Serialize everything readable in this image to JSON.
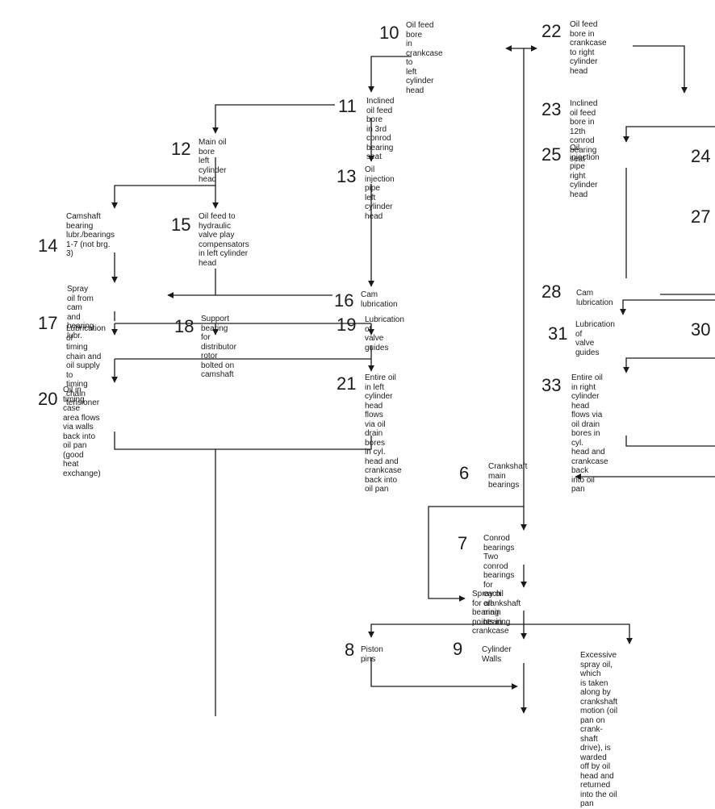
{
  "nodes": [
    {
      "id": "n10",
      "num": "10",
      "text": "Oil feed bore\nin crankcase to\nleft cylinder head"
    },
    {
      "id": "n22",
      "num": "22",
      "text": "Oil feed bore in\ncrankcase to right\ncylinder head"
    },
    {
      "id": "n11",
      "num": "11",
      "text": "Inclined oil feed bore\nin 3rd conrod bearing seat"
    },
    {
      "id": "n23",
      "num": "23",
      "text": "Inclined oil feed bore in\n12th conrod bearing seat"
    },
    {
      "id": "n12",
      "num": "12",
      "text": "Main oil bore\nleft cylinder head"
    },
    {
      "id": "n13",
      "num": "13",
      "text": "Oil injection pipe\nleft cylinder head"
    },
    {
      "id": "n25",
      "num": "25",
      "text": "Oil injection pipe\nright cylinder head"
    },
    {
      "id": "n24",
      "num": "24",
      "text": ""
    },
    {
      "id": "n27",
      "num": "27",
      "text": ""
    },
    {
      "id": "n14",
      "num": "14",
      "text": "Camshaft bearing\nlubr./bearings\n1-7 (not brg. 3)"
    },
    {
      "id": "n15",
      "num": "15",
      "text": "Oil feed to hydraulic\nvalve play compensators\nin left cylinder head"
    },
    {
      "id": "spray-cam",
      "num": "",
      "text": "Spray oil from cam\nand bearing lubr."
    },
    {
      "id": "n16",
      "num": "16",
      "text": "Cam lubrication"
    },
    {
      "id": "n28",
      "num": "28",
      "text": "Cam lubrication"
    },
    {
      "id": "n17",
      "num": "17",
      "text": "Lubrication of\ntiming chain and\noil supply to\ntiming chain\ntensioner"
    },
    {
      "id": "n18",
      "num": "18",
      "text": "Support bearing for\ndistributor rotor\nbolted on camshaft"
    },
    {
      "id": "n19",
      "num": "19",
      "text": "Lubrication of\nvalve guides"
    },
    {
      "id": "n31",
      "num": "31",
      "text": "Lubrication of\nvalve guides"
    },
    {
      "id": "n30",
      "num": "30",
      "text": ""
    },
    {
      "id": "n20",
      "num": "20",
      "text": "Oil in timing case\narea flows via walls\nback into oil pan\n(good heat exchange)"
    },
    {
      "id": "n21",
      "num": "21",
      "text": "Entire oil in left\ncylinder head flows\nvia oil drain bores\nin cyl. head and\ncrankcase back into\noil pan"
    },
    {
      "id": "n33",
      "num": "33",
      "text": "Entire oil in right\ncylinder head flows via\noil drain bores in cyl.\nhead and crankcase back\ninto oil pan"
    },
    {
      "id": "n6",
      "num": "6",
      "text": "Crankshaft main\nbearings"
    },
    {
      "id": "n7",
      "num": "7",
      "text": "Conrod bearings\nTwo conrod bearings for\neach crankshaft main bearing"
    },
    {
      "id": "spray-crank",
      "num": "",
      "text": "Spray oil for all bearing\npoints in crankcase"
    },
    {
      "id": "n8",
      "num": "8",
      "text": "Piston pins"
    },
    {
      "id": "n9",
      "num": "9",
      "text": "Cylinder Walls"
    },
    {
      "id": "excess",
      "num": "",
      "text": "Excessive spray oil, which\nis taken along by crankshaft\nmotion (oil pan on crank-\nshaft drive), is warded\noff by oil head and returned\ninto the oil pan"
    }
  ]
}
